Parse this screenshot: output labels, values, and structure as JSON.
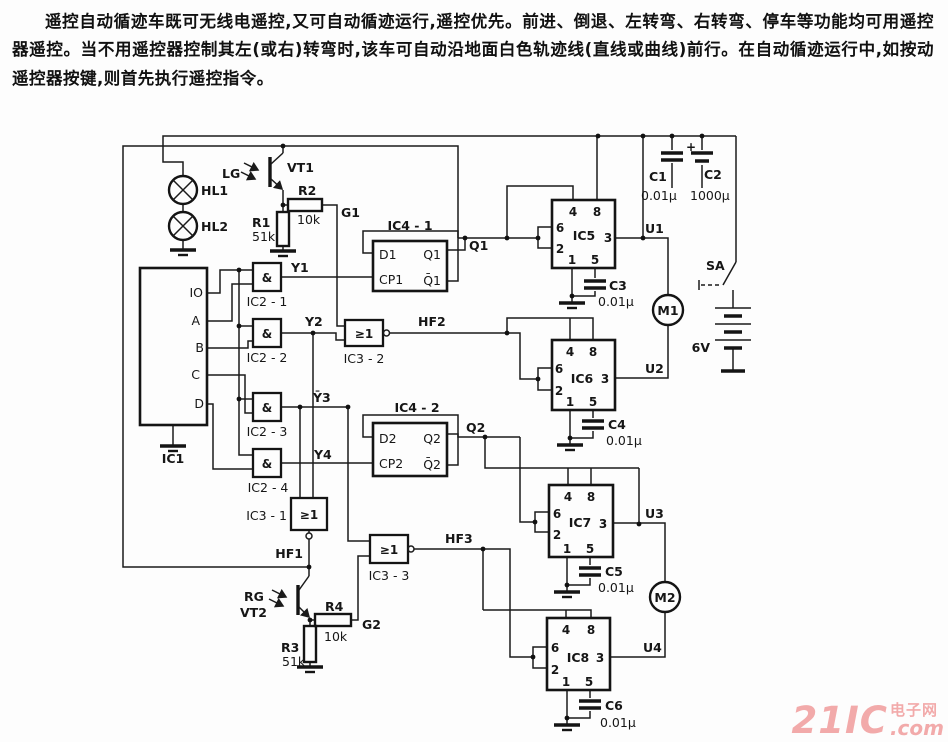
{
  "intro": {
    "text": "遥控自动循迹车既可无线电遥控,又可自动循迹运行,遥控优先。前进、倒退、左转弯、右转弯、停车等功能均可用遥控器遥控。当不用遥控器控制其左(或右)转弯时,该车可自动沿地面白色轨迹线(直线或曲线)前行。在自动循迹运行中,如按动遥控器按键,则首先执行遥控指令。"
  },
  "watermark": {
    "brand": "21IC",
    "cn": "电子网",
    "com": ".com"
  },
  "circuit": {
    "labels": {
      "lg": "LG",
      "vt1": "VT1",
      "r2": "R2",
      "r2_val": "10k",
      "g1": "G1",
      "hl1": "HL1",
      "hl2": "HL2",
      "r1": "R1",
      "r1_val": "51k",
      "ic4_1": "IC4 - 1",
      "d1": "D1",
      "cp1": "CP1",
      "q1": "Q1",
      "q1n": "Q̄1",
      "q1_wire": "Q1",
      "io": "IO",
      "a": "A",
      "b": "B",
      "c": "C",
      "d": "D",
      "ic1": "IC1",
      "and_sym": "&",
      "or_sym": "≥1",
      "ic2_1": "IC2 - 1",
      "ic2_2": "IC2 - 2",
      "ic2_3": "IC2 - 3",
      "ic2_4": "IC2 - 4",
      "y1": "Y1",
      "y2": "Y2",
      "y3": "Ȳ3",
      "y4": "Y4",
      "ic3_1": "IC3 - 1",
      "ic3_2": "IC3 - 2",
      "ic3_3": "IC3 - 3",
      "hf1": "HF1",
      "hf2": "HF2",
      "hf3": "HF3",
      "ic4_2": "IC4 - 2",
      "d2": "D2",
      "cp2": "CP2",
      "q2": "Q2",
      "q2n": "Q̄2",
      "q2_wire": "Q2",
      "ic5": "IC5",
      "ic6": "IC6",
      "ic7": "IC7",
      "ic8": "IC8",
      "p4": "4",
      "p8": "8",
      "p6": "6",
      "p2": "2",
      "p3": "3",
      "p1": "1",
      "p5": "5",
      "u1": "U1",
      "u2": "U2",
      "u3": "U3",
      "u4": "U4",
      "c1": "C1",
      "c1_val": "0.01μ",
      "c2": "C2",
      "c2_val": "1000μ",
      "plus": "+",
      "c3": "C3",
      "c3_val": "0.01μ",
      "c4": "C4",
      "c4_val": "0.01μ",
      "c5": "C5",
      "c5_val": "0.01μ",
      "c6": "C6",
      "c6_val": "0.01μ",
      "sa": "SA",
      "v6": "6V",
      "m1": "M1",
      "m2": "M2",
      "rg": "RG",
      "vt2": "VT2",
      "r4": "R4",
      "r4_val": "10k",
      "g2": "G2",
      "r3": "R3",
      "r3_val": "51k"
    },
    "colors": {
      "ink": "#1b1b1b",
      "watermark": "#f2aaaa",
      "paper": "#fdfdfd"
    }
  }
}
